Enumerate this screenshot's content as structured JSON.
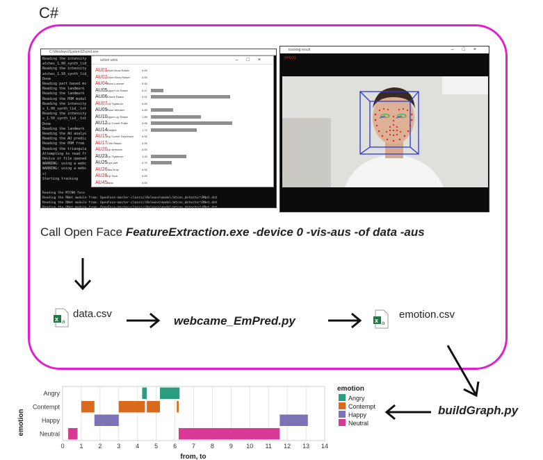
{
  "csharp_label": "C#",
  "console": {
    "title": "C:\\Windows\\System32\\cmd.exe",
    "lines": [
      "Reading the intensity",
      "atches_1.00_synth_lid_",
      "Reading the intensity",
      "atches_1.50_synth_lid_",
      "Done",
      "Reading part based mo",
      "Reading the landmark",
      "Reading the landmark",
      "Reading the PDM modul",
      "Reading the intensity",
      "s_1.00_synth_lid_.txt",
      "Reading the intensity",
      "s_1.50_synth_lid_.txt",
      "Done",
      "Reading the landmark",
      "Reading the AU analys",
      "Reading the AU predic",
      "Reading the PDM from",
      "Reading the triangula",
      "Attempting to read fr",
      "Device or file opened",
      "WARNING: using a webc",
      "WARNING: using a webc",
      "s)",
      "Starting tracking"
    ],
    "bottom_lines": [
      "Reading the MTCNN face",
      "Reading the RNet module from: OpenFace-master-classic\\Release\\model/mtcnn_detector\\RNet.dat",
      "Reading the RNet module from: OpenFace-master-classic\\Release\\model/mtcnn_detector\\RNet.dat",
      "Reading the ONet module from: OpenFace-master-classic\\Release\\model/mtcnn_detector\\ONet.dat"
    ]
  },
  "au_window": {
    "title": "action units",
    "units": [
      {
        "code": "AU01",
        "name": "Inner Brow Raiser",
        "value": "0.00",
        "bar": 0,
        "color": "#e02020"
      },
      {
        "code": "AU02",
        "name": "Outer Brow Raiser",
        "value": "0.00",
        "bar": 0,
        "color": "#e02020"
      },
      {
        "code": "AU04",
        "name": "Brow Lowerer",
        "value": "0.00",
        "bar": 0,
        "color": "#e02020"
      },
      {
        "code": "AU05",
        "name": "Upper Lid Raiser",
        "value": "0.47",
        "bar": 0.47,
        "color": "#222222"
      },
      {
        "code": "AU06",
        "name": "Cheek Raiser",
        "value": "3.01",
        "bar": 3.01,
        "color": "#222222"
      },
      {
        "code": "AU07",
        "name": "Lid Tightener",
        "value": "0.00",
        "bar": 0,
        "color": "#e02020"
      },
      {
        "code": "AU09",
        "name": "Nose Wrinkler",
        "value": "0.83",
        "bar": 0.83,
        "color": "#222222"
      },
      {
        "code": "AU10",
        "name": "Upper Lip Raiser",
        "value": "1.89",
        "bar": 1.89,
        "color": "#222222"
      },
      {
        "code": "AU12",
        "name": "Lip Corner Puller",
        "value": "3.09",
        "bar": 3.09,
        "color": "#222222"
      },
      {
        "code": "AU14",
        "name": "Dimpler",
        "value": "1.73",
        "bar": 1.73,
        "color": "#222222"
      },
      {
        "code": "AU15",
        "name": "Lip Corner Depressor",
        "value": "0.00",
        "bar": 0,
        "color": "#e02020"
      },
      {
        "code": "AU17",
        "name": "Chin Raiser",
        "value": "0.00",
        "bar": 0,
        "color": "#e02020"
      },
      {
        "code": "AU20",
        "name": "Lip stretcher",
        "value": "0.00",
        "bar": 0,
        "color": "#e02020"
      },
      {
        "code": "AU23",
        "name": "Lip Tightener",
        "value": "1.33",
        "bar": 1.33,
        "color": "#222222"
      },
      {
        "code": "AU25",
        "name": "Lips part",
        "value": "0.79",
        "bar": 0.79,
        "color": "#222222"
      },
      {
        "code": "AU26",
        "name": "Jaw Drop",
        "value": "0.00",
        "bar": 0,
        "color": "#e02020"
      },
      {
        "code": "AU28",
        "name": "Lip Suck",
        "value": "0.00",
        "bar": 0,
        "color": "#e02020"
      },
      {
        "code": "AU45",
        "name": "Blink",
        "value": "0.00",
        "bar": 0,
        "color": "#e02020"
      }
    ]
  },
  "tracking": {
    "title": "tracking result",
    "fps": "FPS:21"
  },
  "call": {
    "prefix": "Call Open Face ",
    "command": "FeatureExtraction.exe -device 0  -vis-aus -of data -aus"
  },
  "files": {
    "data": "data.csv",
    "emotion": "emotion.csv"
  },
  "script_label": "webcame_EmPred.py",
  "build_label": "buildGraph.py",
  "chart_data": {
    "type": "gantt",
    "xlabel": "from, to",
    "ylabel": "emotion",
    "xlim": [
      0,
      14
    ],
    "x_ticks": [
      0,
      1,
      2,
      3,
      4,
      5,
      6,
      7,
      8,
      9,
      10,
      11,
      12,
      13,
      14
    ],
    "categories": [
      "Angry",
      "Contempt",
      "Happy",
      "Neutral"
    ],
    "legend_title": "emotion",
    "legend_position": "right",
    "colors": {
      "Angry": "#2a9d7f",
      "Contempt": "#d96a1c",
      "Happy": "#7c72b6",
      "Neutral": "#d63a94"
    },
    "segments": [
      {
        "emotion": "Angry",
        "from": 4.25,
        "to": 4.5
      },
      {
        "emotion": "Angry",
        "from": 5.2,
        "to": 6.25
      },
      {
        "emotion": "Contempt",
        "from": 1.0,
        "to": 1.7
      },
      {
        "emotion": "Contempt",
        "from": 3.0,
        "to": 4.4
      },
      {
        "emotion": "Contempt",
        "from": 4.5,
        "to": 5.2
      },
      {
        "emotion": "Contempt",
        "from": 6.1,
        "to": 6.2
      },
      {
        "emotion": "Happy",
        "from": 1.7,
        "to": 3.0
      },
      {
        "emotion": "Happy",
        "from": 11.6,
        "to": 13.1
      },
      {
        "emotion": "Neutral",
        "from": 0.3,
        "to": 0.8
      },
      {
        "emotion": "Neutral",
        "from": 6.2,
        "to": 11.6
      }
    ]
  }
}
